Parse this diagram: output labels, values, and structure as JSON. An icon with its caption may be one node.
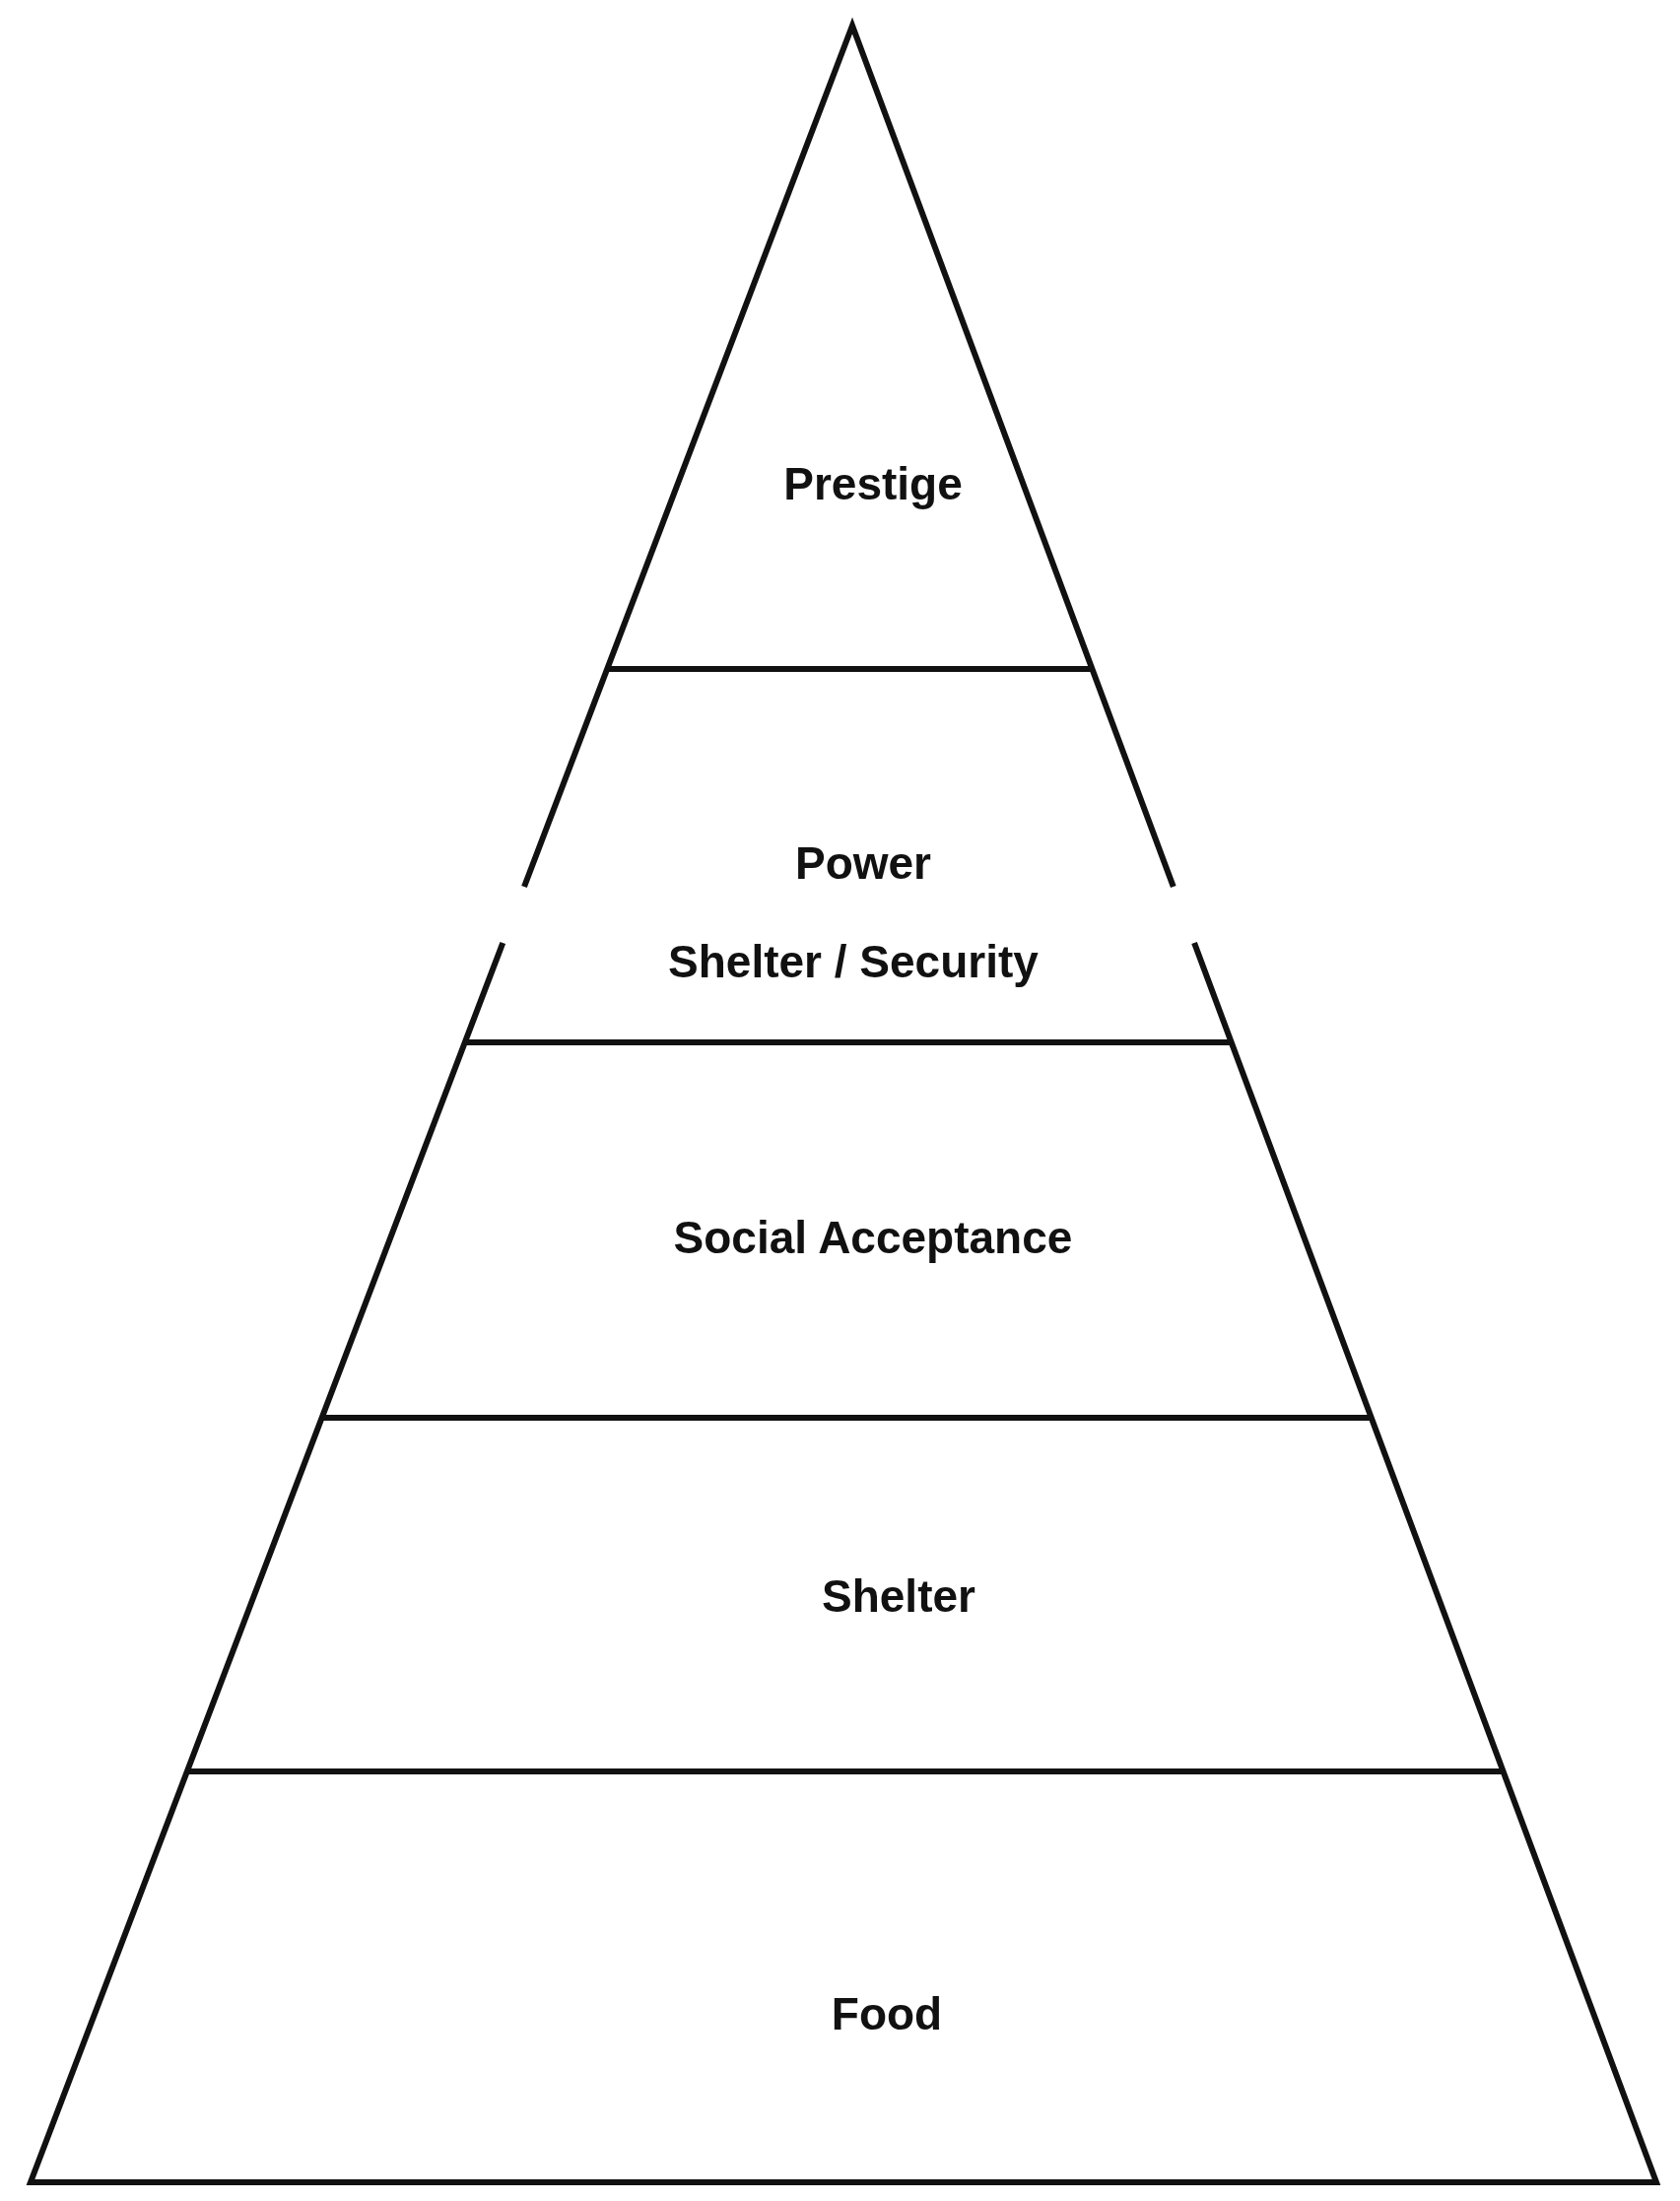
{
  "diagram": {
    "nodes": [
      {
        "text": [
          "Prestige"
        ]
      },
      {
        "text": [
          "Power",
          "Shelter / Security"
        ]
      },
      {
        "text": [
          "Social Acceptance"
        ]
      },
      {
        "text": [
          "Shelter"
        ]
      },
      {
        "text": [
          "Food"
        ]
      }
    ]
  }
}
